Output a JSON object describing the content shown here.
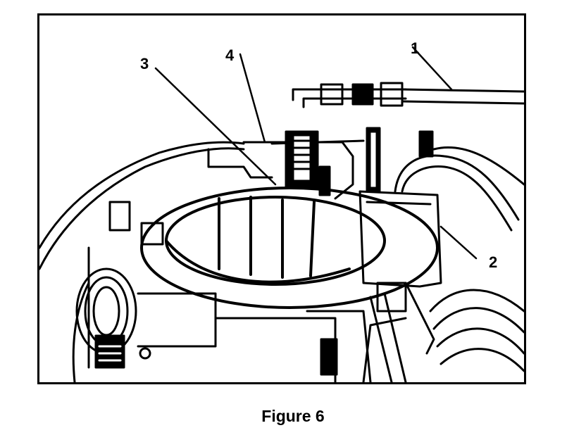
{
  "figure": {
    "caption": "Figure 6",
    "callouts": [
      {
        "id": "1",
        "label": "1"
      },
      {
        "id": "2",
        "label": "2"
      },
      {
        "id": "3",
        "label": "3"
      },
      {
        "id": "4",
        "label": "4"
      }
    ]
  }
}
